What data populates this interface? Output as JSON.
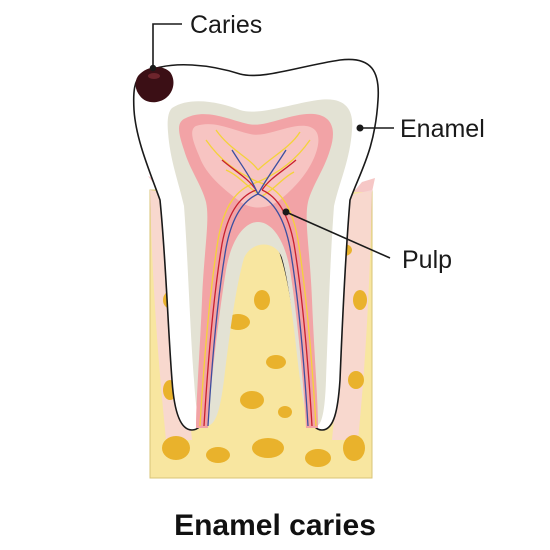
{
  "labels": {
    "caries": "Caries",
    "enamel": "Enamel",
    "pulp": "Pulp"
  },
  "title": "Enamel caries",
  "colors": {
    "bone": "#f8e6a0",
    "bone_spot": "#e9b22c",
    "gum": "#f6c7c6",
    "enamel": "#ffffff",
    "dentin": "#e3e2d4",
    "pulp": "#f2a3a6",
    "pulp_core": "#f7c4c2",
    "nerve": "#f4d23a",
    "artery": "#c8202d",
    "vein": "#3b4fa0",
    "caries": "#3b0f15",
    "line": "#1a1a1a"
  }
}
